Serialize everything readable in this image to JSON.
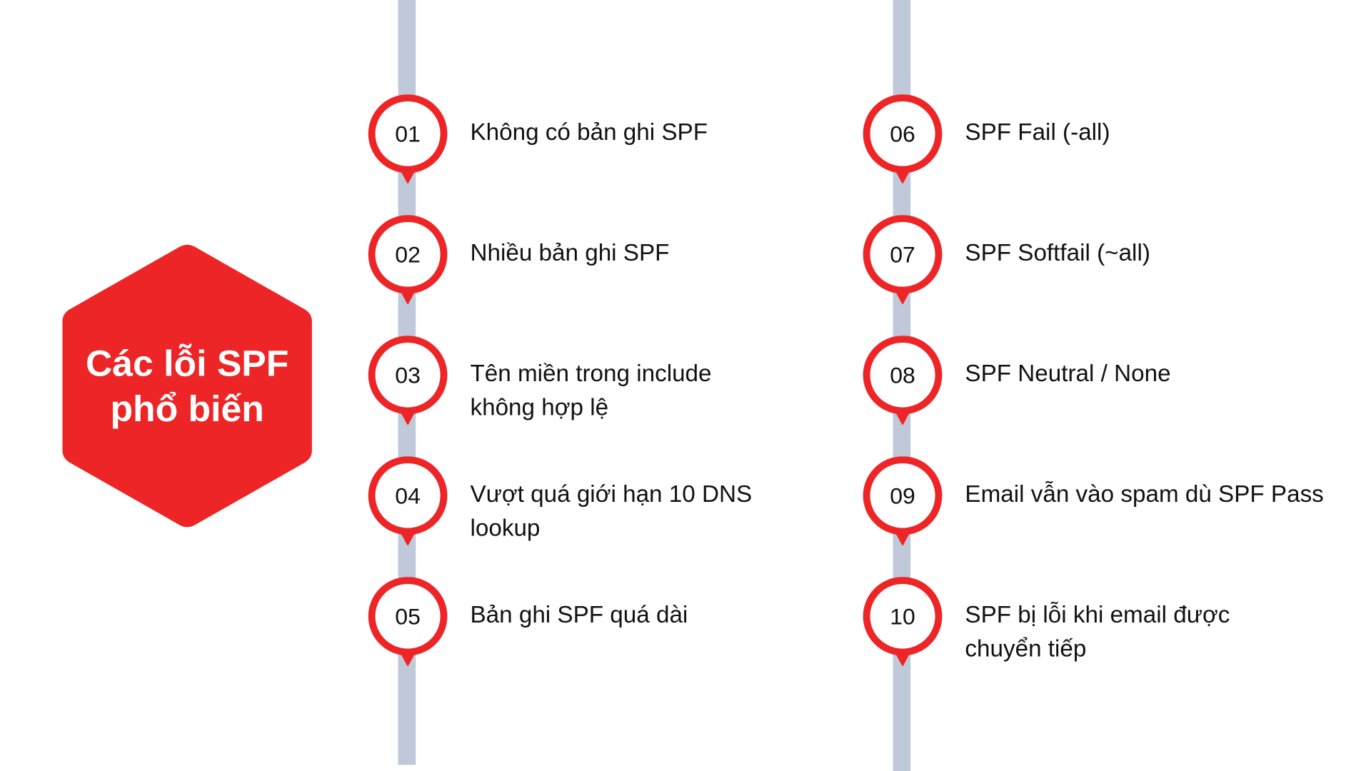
{
  "title_lines": [
    "Các lỗi SPF",
    "phổ biến"
  ],
  "colors": {
    "accent": "#EE2526",
    "timeline": "#BFC9D9"
  },
  "items": [
    {
      "number": "01",
      "lines": [
        "Không có bản ghi SPF"
      ]
    },
    {
      "number": "02",
      "lines": [
        "Nhiều bản ghi SPF"
      ]
    },
    {
      "number": "03",
      "lines": [
        "Tên miền trong include",
        "không hợp lệ"
      ]
    },
    {
      "number": "04",
      "lines": [
        "Vượt quá giới hạn 10 DNS",
        "lookup"
      ]
    },
    {
      "number": "05",
      "lines": [
        "Bản ghi SPF quá dài"
      ]
    },
    {
      "number": "06",
      "lines": [
        "SPF Fail (-all)"
      ]
    },
    {
      "number": "07",
      "lines": [
        "SPF Softfail (~all)"
      ]
    },
    {
      "number": "08",
      "lines": [
        "SPF Neutral / None"
      ]
    },
    {
      "number": "09",
      "lines": [
        "Email vẫn vào spam dù SPF Pass"
      ]
    },
    {
      "number": "10",
      "lines": [
        "SPF bị lỗi khi email được",
        "chuyển tiếp"
      ]
    }
  ]
}
